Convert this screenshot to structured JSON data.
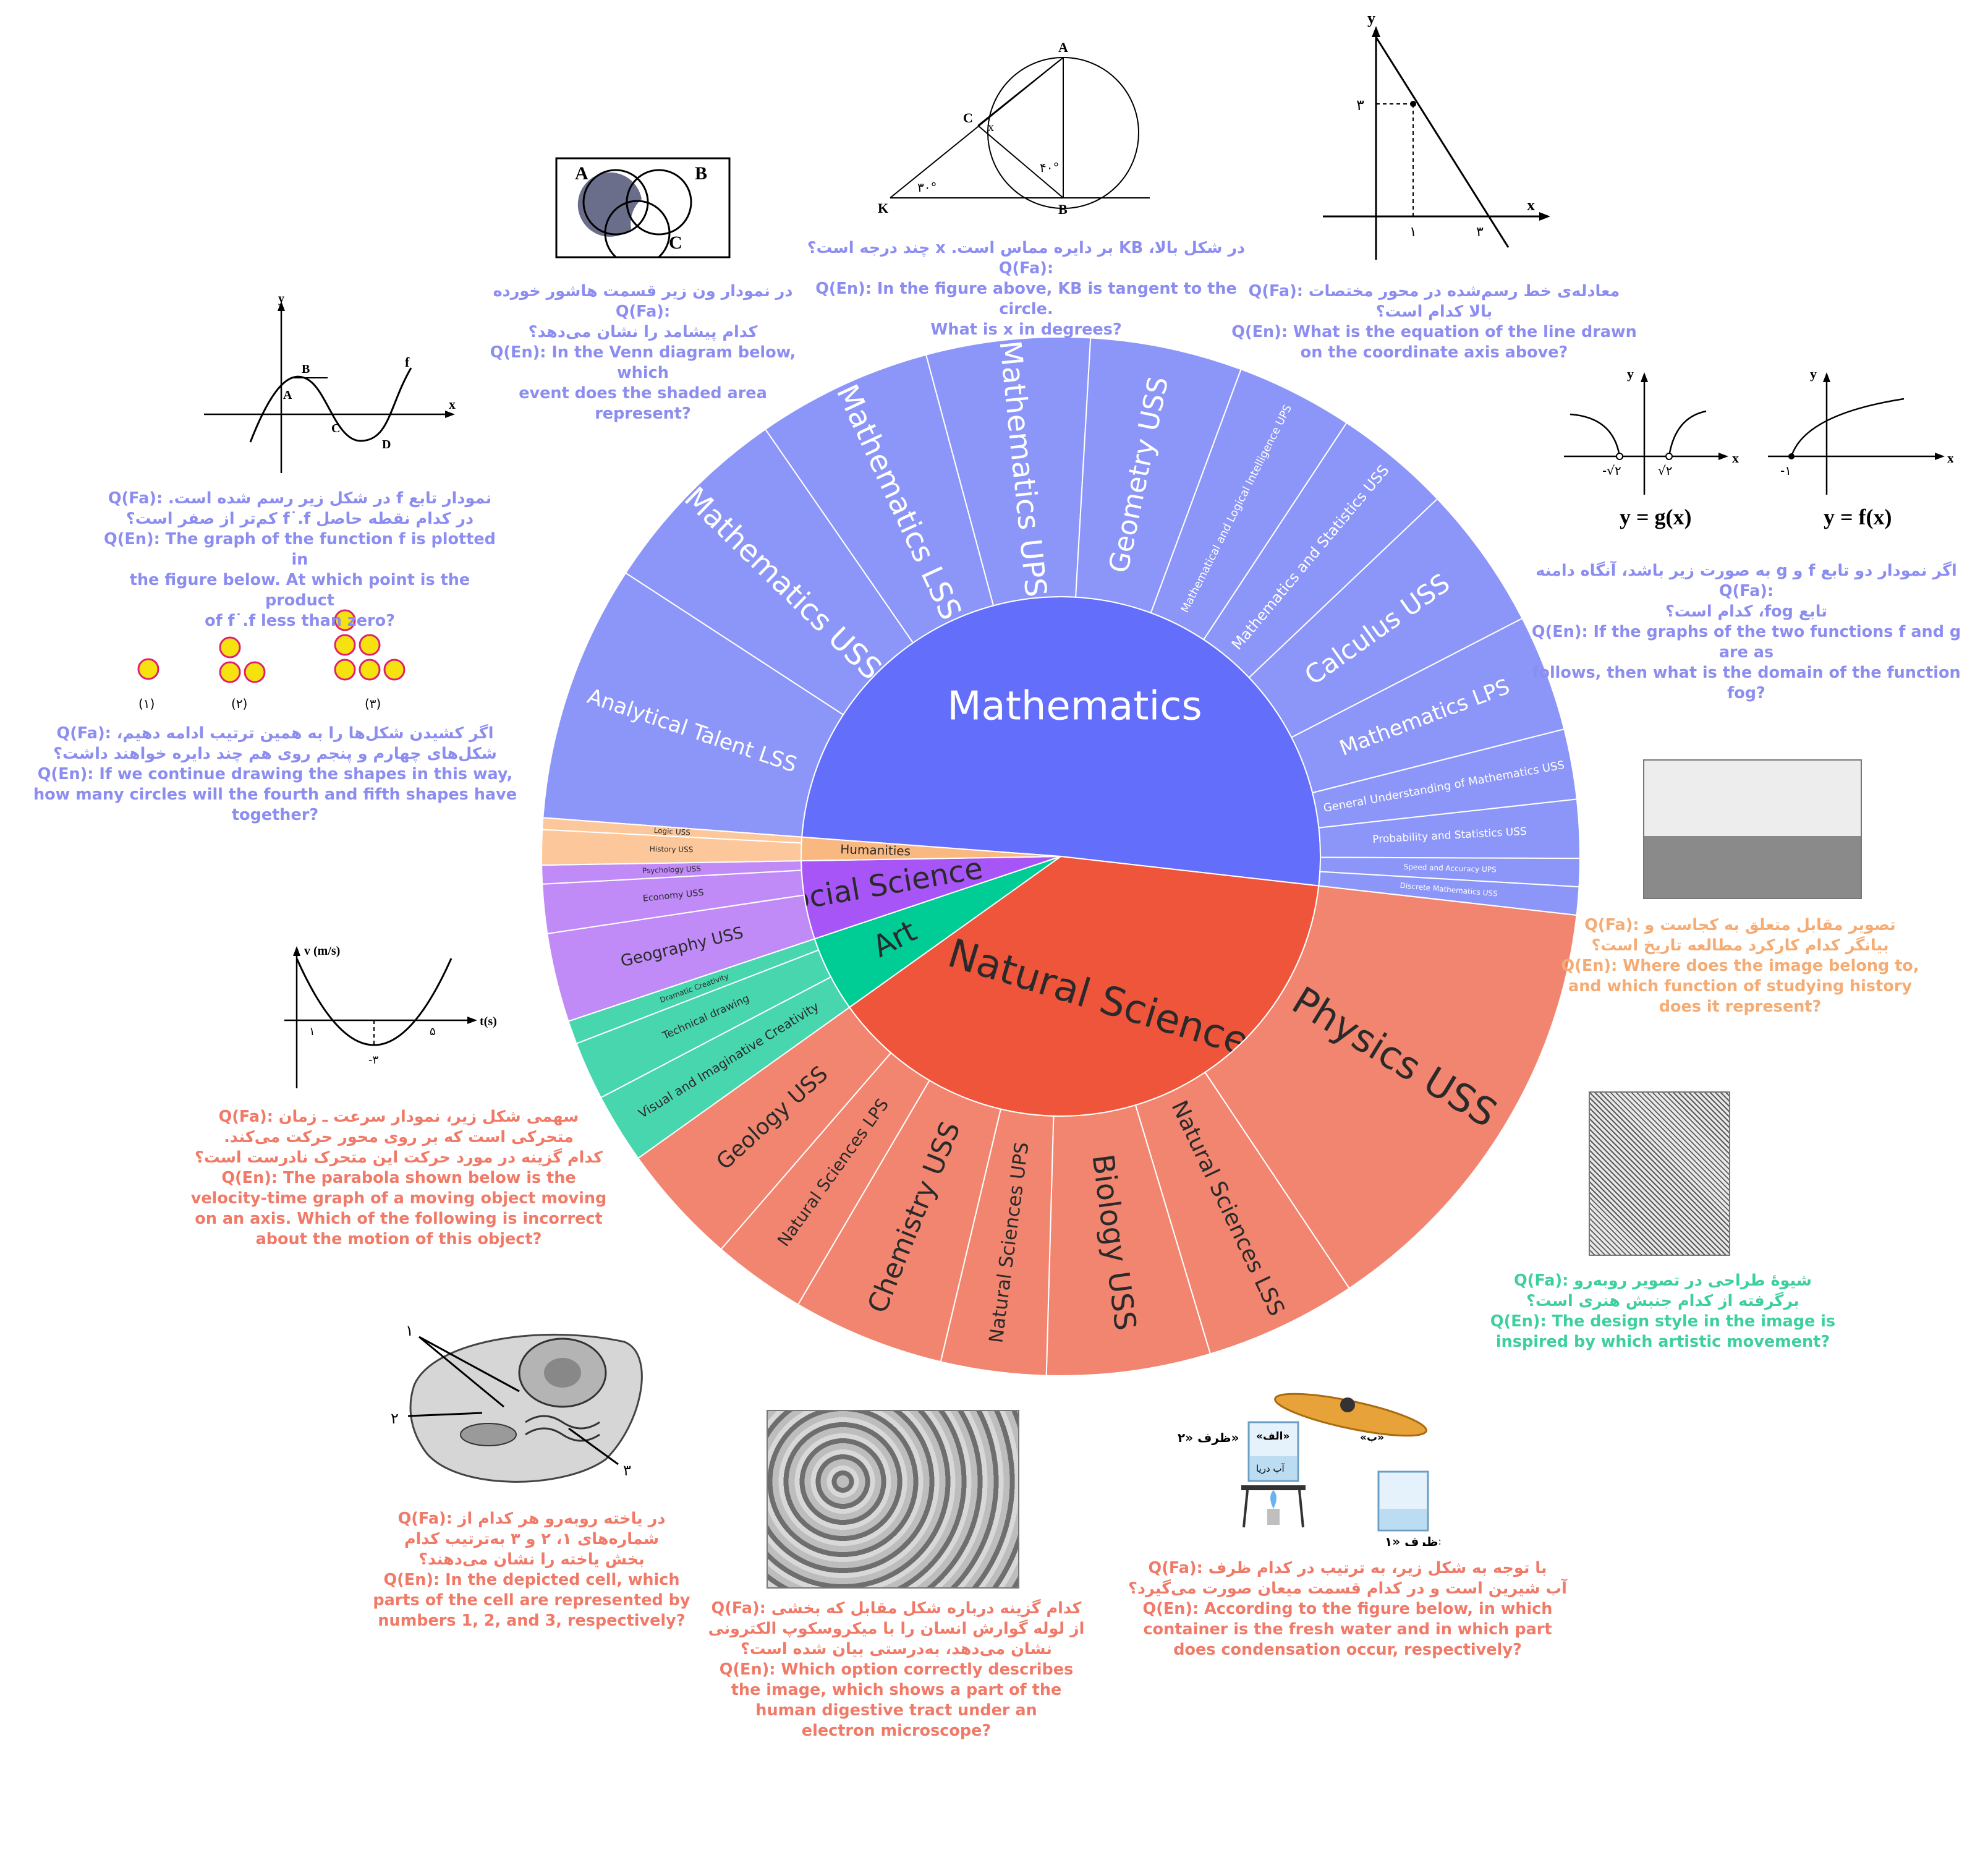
{
  "colors": {
    "math_inner": "#636efa",
    "math_outer": "#8c96f8",
    "nat_inner": "#ef553b",
    "nat_outer": "#f28570",
    "hum_inner": "#f9b880",
    "hum_outer": "#fcc89b",
    "social_inner": "#a855f7",
    "social_outer": "#c08af7",
    "art_inner": "#00cc96",
    "art_outer": "#48d6ae"
  },
  "sunburst": [
    {
      "name": "Mathematics",
      "color": "math",
      "children": [
        {
          "name": "Analytical Talent LSS",
          "value": 110
        },
        {
          "name": "Mathematics USS",
          "value": 85
        },
        {
          "name": "Mathematics LSS",
          "value": 75
        },
        {
          "name": "Mathematics UPS",
          "value": 70
        },
        {
          "name": "Geometry USS",
          "value": 65
        },
        {
          "name": "Mathematical and Logical Intelligence UPS",
          "value": 50
        },
        {
          "name": "Mathematics and Statistics USS",
          "value": 50
        },
        {
          "name": "Calculus USS",
          "value": 62
        },
        {
          "name": "Mathematics LPS",
          "value": 50
        },
        {
          "name": "General Understanding of Mathematics USS",
          "value": 30
        },
        {
          "name": "Probability and Statistics USS",
          "value": 25
        },
        {
          "name": "Speed and Accuracy UPS",
          "value": 12
        },
        {
          "name": "Discrete Mathematics USS",
          "value": 12
        }
      ]
    },
    {
      "name": "Natural Science",
      "color": "nat",
      "children": [
        {
          "name": "Physics USS",
          "value": 190
        },
        {
          "name": "Natural Sciences LSS",
          "value": 65
        },
        {
          "name": "Biology USS",
          "value": 70
        },
        {
          "name": "Natural Sciences UPS",
          "value": 45
        },
        {
          "name": "Chemistry USS",
          "value": 65
        },
        {
          "name": "Natural Sciences LPS",
          "value": 40
        },
        {
          "name": "Geology USS",
          "value": 52
        }
      ]
    },
    {
      "name": "Art",
      "color": "art",
      "children": [
        {
          "name": "Visual and Imaginative Creativity",
          "value": 30
        },
        {
          "name": "Technical drawing",
          "value": 25
        },
        {
          "name": "Dramatic Creativity",
          "value": 10
        }
      ]
    },
    {
      "name": "Social Science",
      "color": "social",
      "children": [
        {
          "name": "Geography USS",
          "value": 38
        },
        {
          "name": "Economy USS",
          "value": 21
        },
        {
          "name": "Psychology USS",
          "value": 8
        }
      ]
    },
    {
      "name": "Humanities",
      "color": "hum",
      "children": [
        {
          "name": "History USS",
          "value": 15
        },
        {
          "name": "Logic USS",
          "value": 5
        }
      ]
    }
  ],
  "captions": {
    "venn": {
      "fa": "در نمودار ون زیر قسمت هاشور خورده :Q(Fa)\nکدام پیشامد را نشان می‌دهد؟",
      "en": "Q(En): In the Venn diagram below, which\nevent does the shaded area represent?"
    },
    "circle": {
      "fa": "در شکل بالا، KB بر دایره مماس است. x چند درجه است؟ :Q(Fa)",
      "en": "Q(En): In the figure above, KB is tangent to the circle.\nWhat is x in degrees?"
    },
    "line": {
      "fa": "معادله‌ی خط رسم‌شده در محور مختصات :Q(Fa)\nبالا کدام است؟",
      "en": "Q(En): What is the equation of the line drawn\non the coordinate axis above?"
    },
    "fog": {
      "fa": "اگر نمودار دو تابع f و g به صورت زیر باشد، آنگاه دامنه :Q(Fa)\nتابع fog، کدام است؟",
      "en": "Q(En): If the graphs of the two functions f and g are as\nfollows, then what is the domain of the function fog?"
    },
    "func": {
      "fa": "نمودار تابع f در شکل زیر رسم شده است. :Q(Fa)\nدر کدام نقطه حاصل f˙.f کم‌تر از صفر است؟",
      "en": "Q(En): The graph of the function f is plotted in\nthe figure below. At which point is the product\nof f˙.f less than zero?"
    },
    "circles": {
      "fa": "اگر کشیدن شکل‌ها را به همین ترتیب ادامه دهیم، :Q(Fa)\nشکل‌های چهارم و پنجم روی هم چند دایره خواهند داشت؟",
      "en": "Q(En): If we continue drawing the shapes in this way,\nhow many circles will the fourth and fifth shapes have together?"
    },
    "history": {
      "fa": "تصویر مقابل متعلق به کجاست و :Q(Fa)\nبیانگر کدام کارکرد مطالعه تاریخ است؟",
      "en": "Q(En): Where does the image belong to,\nand which function of studying history\ndoes it represent?"
    },
    "velocity": {
      "fa": "سهمی شکل زیر، نمودار سرعت ـ زمان :Q(Fa)\nمتحرکی است  که بر روی محور  حرکت می‌کند.\nکدام گزینه در مورد حرکت این متحرک نادرست است؟",
      "en": "Q(En): The parabola shown below is the\nvelocity-time graph of a moving object moving\non an axis. Which of the following is incorrect\nabout the motion of this object?"
    },
    "art": {
      "fa": "شیوهٔ طراحی در تصویر روبه‌رو :Q(Fa)\nبرگرفته از کدام جنبش هنری است؟",
      "en": "Q(En): The design style in the image is\ninspired by which artistic movement?"
    },
    "cell": {
      "fa": "در یاخته روبه‌رو هر کدام از :Q(Fa)\nشماره‌های ۱، ۲ و ۳ به‌ترتیب کدام\nبخش یاخته را نشان می‌دهند؟",
      "en": "Q(En): In the depicted cell, which\nparts of the cell are represented by\nnumbers 1, 2, and 3, respectively?"
    },
    "micro": {
      "fa": "کدام گزینه درباره شکل مقابل که بخشی :Q(Fa)\nاز لوله گوارش انسان را با میکروسکوپ الکترونی\nنشان می‌دهد، به‌درستی بیان شده است؟",
      "en": "Q(En): Which option correctly describes\nthe image, which shows a part of the\nhuman digestive tract under an\nelectron microscope?"
    },
    "water": {
      "fa": "با توجه به شکل زیر، به ترتیب در کدام ظرف :Q(Fa)\nآب شیرین است و در کدام قسمت میعان صورت می‌گیرد؟",
      "en": "Q(En): According to the figure below, in which\ncontainer is the fresh water and in which part\ndoes condensation occur, respectively?"
    }
  },
  "figure_labels": {
    "venn": [
      "A",
      "B",
      "C"
    ],
    "circle": [
      "A",
      "C",
      "x",
      "K",
      "B",
      "۳۰°",
      "۴۰°"
    ],
    "line": [
      "y",
      "x",
      "۳",
      "۱",
      "۳"
    ],
    "fog_g": [
      "y",
      "x",
      "-√۲",
      "√۲",
      "y = g(x)"
    ],
    "fog_f": [
      "y",
      "x",
      "-۱",
      "y = f(x)"
    ],
    "func": [
      "y",
      "x",
      "A",
      "B",
      "C",
      "D",
      "f"
    ],
    "circles": [
      "(۱)",
      "(۲)",
      "(۳)"
    ],
    "velocity": [
      "v (m/s)",
      "t(s)",
      "۱",
      "۵",
      "-۳"
    ],
    "cell": [
      "۱",
      "۲",
      "۳"
    ],
    "water": [
      "ظرف «۲»",
      "«الف»",
      "آب دریا",
      "«ب»",
      "ظرف «۱»"
    ]
  }
}
